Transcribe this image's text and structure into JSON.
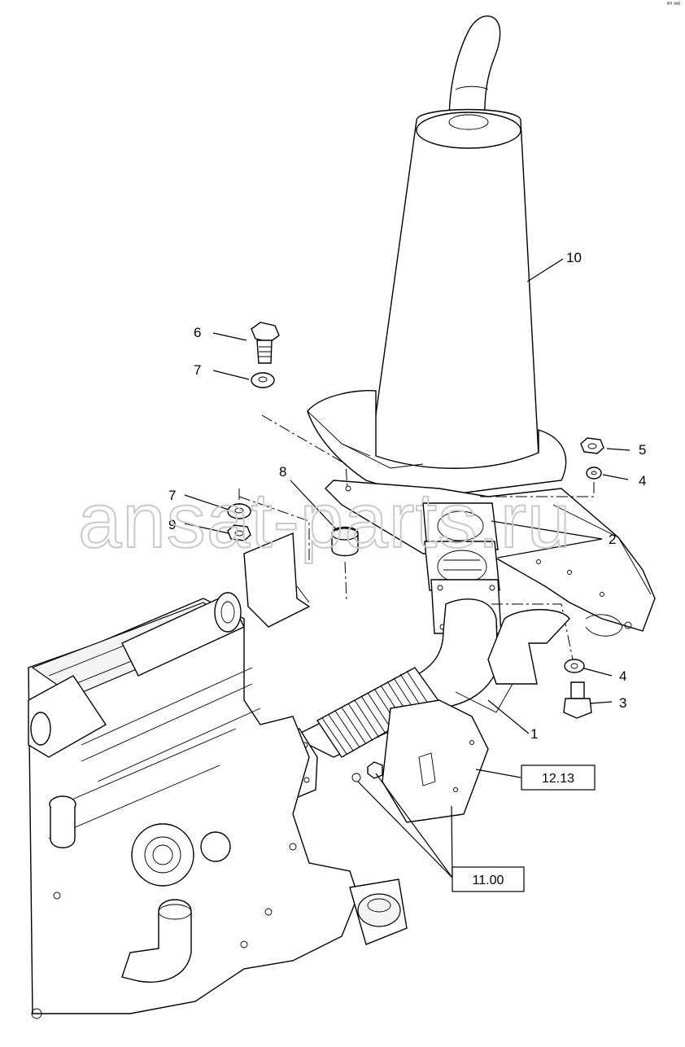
{
  "watermark": "ansat-parts.ru",
  "corner_mark": "ᵃᵐ ᵃᵃᵃ",
  "callouts": [
    {
      "id": "c1",
      "label": "1"
    },
    {
      "id": "c2",
      "label": "2"
    },
    {
      "id": "c3",
      "label": "3"
    },
    {
      "id": "c4a",
      "label": "4"
    },
    {
      "id": "c4b",
      "label": "4"
    },
    {
      "id": "c5",
      "label": "5"
    },
    {
      "id": "c6",
      "label": "6"
    },
    {
      "id": "c7a",
      "label": "7"
    },
    {
      "id": "c7b",
      "label": "7"
    },
    {
      "id": "c8",
      "label": "8"
    },
    {
      "id": "c9",
      "label": "9"
    },
    {
      "id": "c10",
      "label": "10"
    }
  ],
  "references": [
    {
      "id": "r1",
      "label": "12.13"
    },
    {
      "id": "r2",
      "label": "11.00"
    }
  ]
}
